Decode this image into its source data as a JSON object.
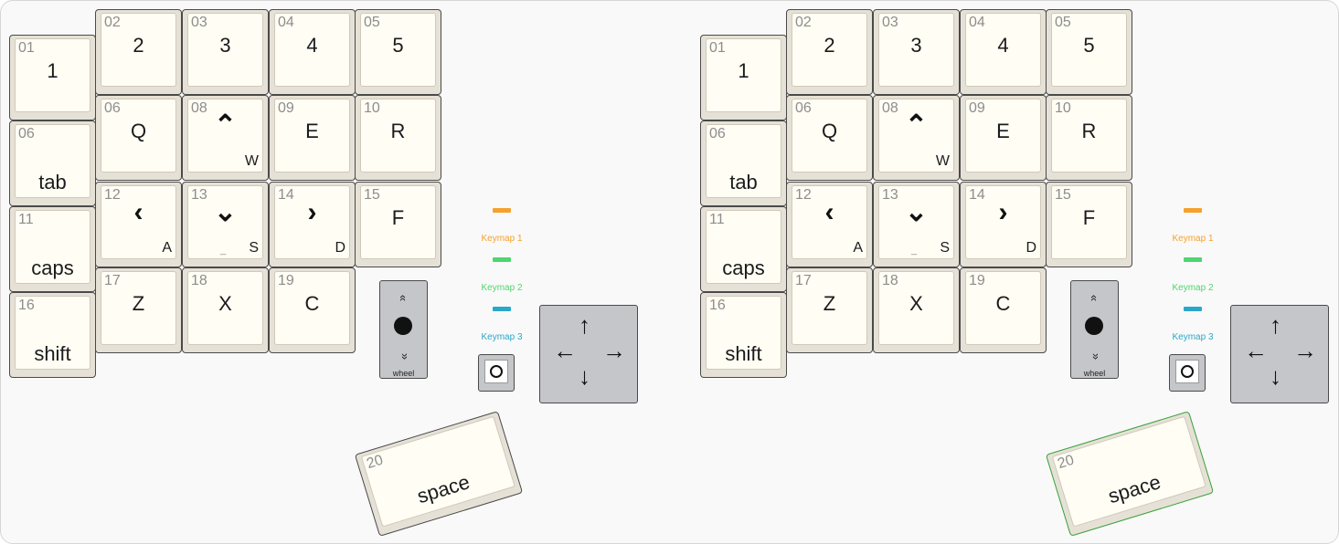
{
  "keyboard": {
    "halves": [
      {
        "keys": [
          {
            "id": "01",
            "label": "1"
          },
          {
            "id": "02",
            "label": "2"
          },
          {
            "id": "03",
            "label": "3"
          },
          {
            "id": "04",
            "label": "4"
          },
          {
            "id": "05",
            "label": "5"
          },
          {
            "id": "06",
            "label": "tab"
          },
          {
            "id": "06",
            "label": "Q"
          },
          {
            "id": "08",
            "glyph": "^",
            "sub": "W"
          },
          {
            "id": "09",
            "label": "E"
          },
          {
            "id": "10",
            "label": "R"
          },
          {
            "id": "11",
            "label": "caps"
          },
          {
            "id": "12",
            "glyph": "<",
            "sub": "A"
          },
          {
            "id": "13",
            "glyph": "v",
            "sub": "S",
            "extra": "_"
          },
          {
            "id": "14",
            "glyph": ">",
            "sub": "D"
          },
          {
            "id": "15",
            "label": "F"
          },
          {
            "id": "16",
            "label": "shift"
          },
          {
            "id": "17",
            "label": "Z"
          },
          {
            "id": "18",
            "label": "X"
          },
          {
            "id": "19",
            "label": "C"
          },
          {
            "id": "20",
            "label": "space"
          }
        ],
        "wheel": {
          "up": "«",
          "down": "«",
          "label": "wheel"
        },
        "keymaps": [
          {
            "label": "Keymap 1",
            "color": "#f5a12a"
          },
          {
            "label": "Keymap 2",
            "color": "#4ed66f"
          },
          {
            "label": "Keymap 3",
            "color": "#2aa8c9"
          }
        ],
        "dpad": {
          "up": "↑",
          "down": "↓",
          "left": "←",
          "right": "→"
        }
      },
      {
        "keys": [
          {
            "id": "01",
            "label": "1"
          },
          {
            "id": "02",
            "label": "2"
          },
          {
            "id": "03",
            "label": "3"
          },
          {
            "id": "04",
            "label": "4"
          },
          {
            "id": "05",
            "label": "5"
          },
          {
            "id": "06",
            "label": "tab"
          },
          {
            "id": "06",
            "label": "Q"
          },
          {
            "id": "08",
            "glyph": "^",
            "sub": "W"
          },
          {
            "id": "09",
            "label": "E"
          },
          {
            "id": "10",
            "label": "R"
          },
          {
            "id": "11",
            "label": "caps"
          },
          {
            "id": "12",
            "glyph": "<",
            "sub": "A"
          },
          {
            "id": "13",
            "glyph": "v",
            "sub": "S",
            "extra": "_"
          },
          {
            "id": "14",
            "glyph": ">",
            "sub": "D"
          },
          {
            "id": "15",
            "label": "F"
          },
          {
            "id": "16",
            "label": "shift"
          },
          {
            "id": "17",
            "label": "Z"
          },
          {
            "id": "18",
            "label": "X"
          },
          {
            "id": "19",
            "label": "C"
          },
          {
            "id": "20",
            "label": "space"
          }
        ],
        "wheel": {
          "up": "«",
          "down": "«",
          "label": "wheel"
        },
        "keymaps": [
          {
            "label": "Keymap 1",
            "color": "#f5a12a"
          },
          {
            "label": "Keymap 2",
            "color": "#4ed66f"
          },
          {
            "label": "Keymap 3",
            "color": "#2aa8c9"
          }
        ],
        "dpad": {
          "up": "↑",
          "down": "↓",
          "left": "←",
          "right": "→"
        }
      }
    ]
  }
}
